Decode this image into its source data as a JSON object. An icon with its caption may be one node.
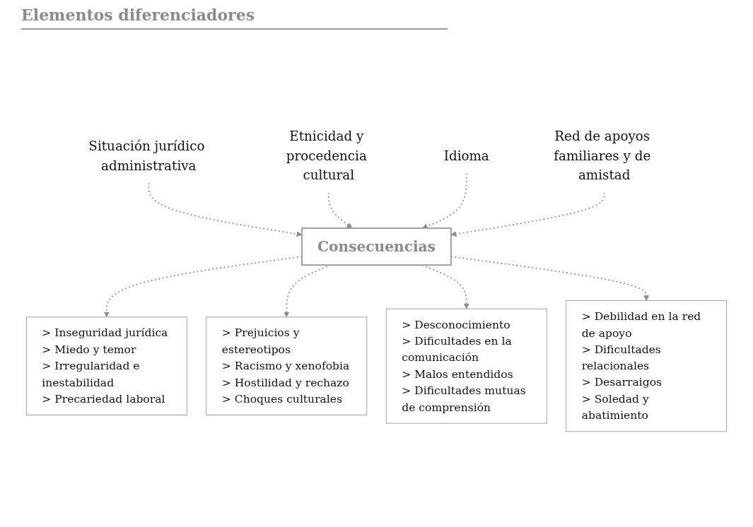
{
  "diagram": {
    "title": "Elementos diferenciadores",
    "nodes": [
      {
        "text": [
          "Situación jurídico administrativa"
        ]
      },
      {
        "text": [
          "Etnicidad y procedencia cultural"
        ]
      },
      {
        "text": [
          "Idioma"
        ]
      },
      {
        "text": [
          "Red de apoyos familiares y de amistad"
        ]
      },
      {
        "text": [
          "Consecuencias"
        ]
      },
      {
        "text": [
          "> Inseguridad jurídica",
          "> Miedo y temor",
          "> Irregularidad e inestabilidad",
          "> Precariedad laboral"
        ]
      },
      {
        "text": [
          "> Prejuicios y estereotipos",
          "> Racismo y xenofobia",
          "> Hostilidad y rechazo",
          "> Choques culturales"
        ]
      },
      {
        "text": [
          "> Desconocimiento",
          "> Dificultades en la comunicación",
          "> Malos entendidos",
          "> Dificultades mutuas de comprensión"
        ]
      },
      {
        "text": [
          "> Debilidad en la red de apoyo",
          "> Dificultades relacionales",
          "> Desarraigos",
          "> Soledad y abatimiento"
        ]
      }
    ],
    "edges": [
      {
        "from": 0,
        "to": 4,
        "arrow": "to",
        "style": "dashed"
      },
      {
        "from": 1,
        "to": 4,
        "arrow": "to",
        "style": "dashed"
      },
      {
        "from": 2,
        "to": 4,
        "arrow": "to",
        "style": "dashed"
      },
      {
        "from": 3,
        "to": 4,
        "arrow": "to",
        "style": "dashed"
      },
      {
        "from": 4,
        "to": 5,
        "arrow": "to",
        "style": "dashed"
      },
      {
        "from": 4,
        "to": 6,
        "arrow": "to",
        "style": "dashed"
      },
      {
        "from": 4,
        "to": 7,
        "arrow": "to",
        "style": "dashed"
      },
      {
        "from": 4,
        "to": 8,
        "arrow": "to",
        "style": "dashed"
      }
    ]
  }
}
